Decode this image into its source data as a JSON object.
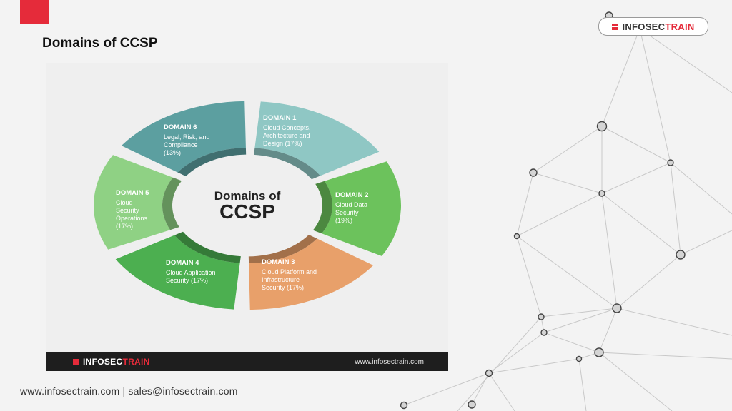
{
  "slide": {
    "title": "Domains of CCSP",
    "contact": "www.infosectrain.com | sales@infosectrain.com"
  },
  "brand": {
    "name_dark": "INFOSEC",
    "name_red": "TRAIN",
    "red": "#e52b3a",
    "dark": "#333333"
  },
  "diagram": {
    "center_line1": "Domains of",
    "center_line2": "CCSP",
    "footer_url": "www.infosectrain.com",
    "domains": [
      {
        "label": "DOMAIN 1",
        "lines": [
          "Cloud Concepts,",
          "Architecture and",
          "Design (17%)"
        ],
        "color": "#8fc7c4"
      },
      {
        "label": "DOMAIN 2",
        "lines": [
          "Cloud Data",
          "Security",
          "(19%)"
        ],
        "color": "#6cc25c"
      },
      {
        "label": "DOMAIN 3",
        "lines": [
          "Cloud Platform and",
          "Infrastructure",
          "Security (17%)"
        ],
        "color": "#e8a06a"
      },
      {
        "label": "DOMAIN 4",
        "lines": [
          "Cloud Application",
          "Security (17%)"
        ],
        "color": "#4caf50"
      },
      {
        "label": "DOMAIN 5",
        "lines": [
          "Cloud",
          "Security",
          "Operations",
          "(17%)"
        ],
        "color": "#8fd184"
      },
      {
        "label": "DOMAIN 6",
        "lines": [
          "Legal, Risk, and",
          "Compliance",
          "(13%)"
        ],
        "color": "#5c9fa0"
      }
    ]
  }
}
